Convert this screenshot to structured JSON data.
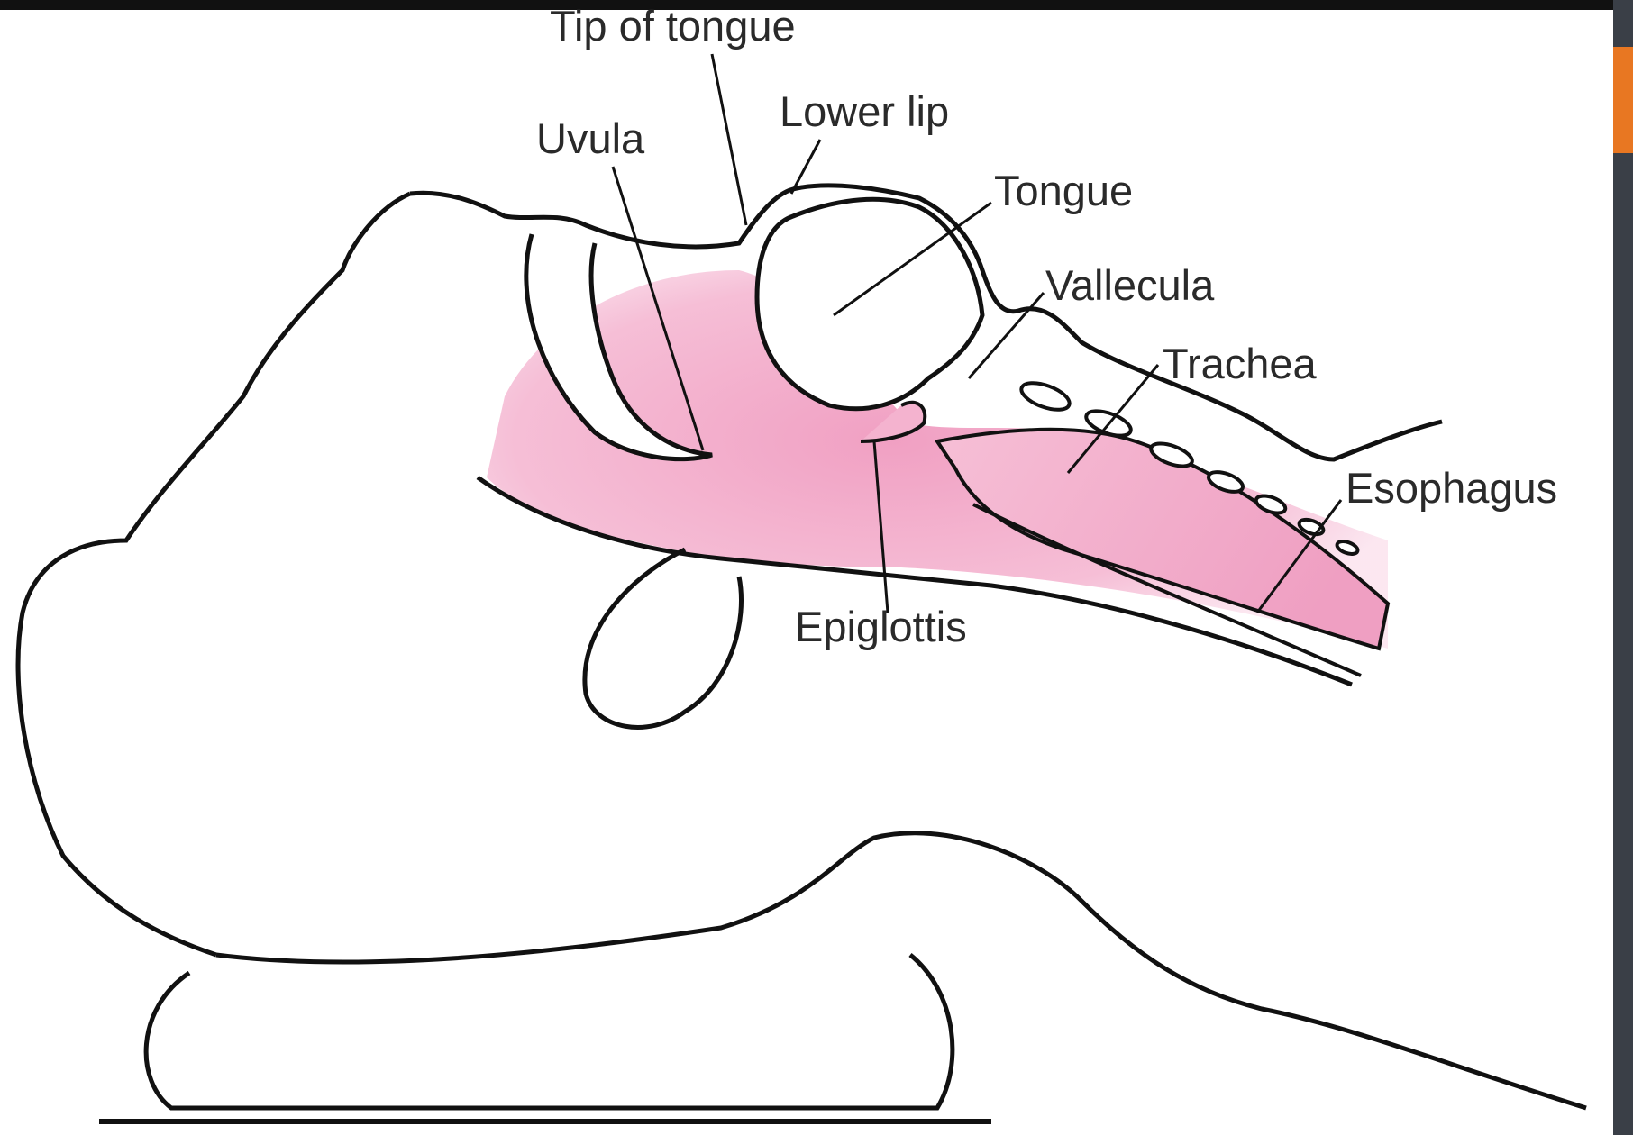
{
  "colors": {
    "background": "#ffffff",
    "outline": "#111111",
    "airway_fill": "#f2a8c8",
    "side_strip": "#3a3f47",
    "side_accent": "#e87722"
  },
  "labels": {
    "tip_of_tongue": "Tip of tongue",
    "lower_lip": "Lower lip",
    "uvula": "Uvula",
    "tongue": "Tongue",
    "vallecula": "Vallecula",
    "trachea": "Trachea",
    "esophagus": "Esophagus",
    "epiglottis": "Epiglottis"
  }
}
